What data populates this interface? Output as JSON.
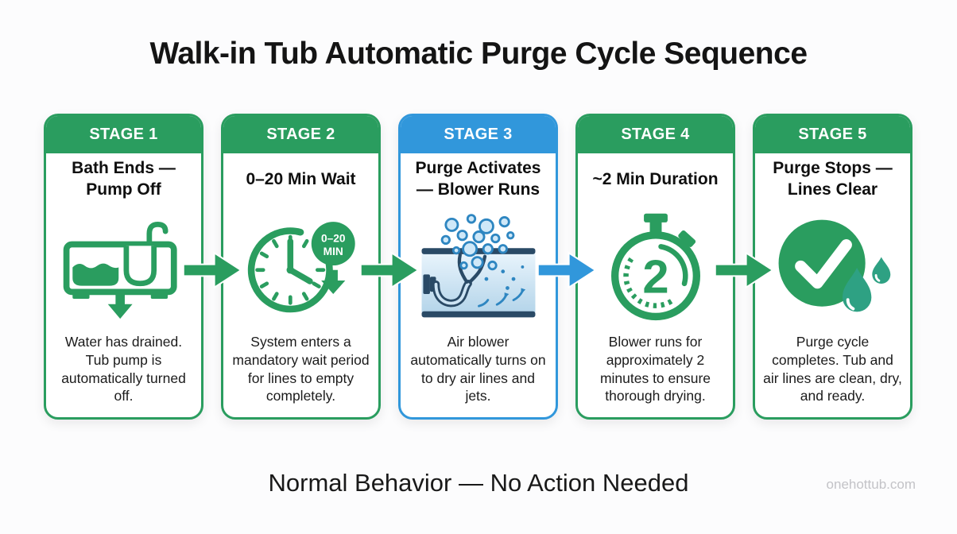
{
  "title": "Walk-in Tub Automatic Purge Cycle Sequence",
  "colors": {
    "green": "#2a9d5f",
    "blue": "#3197db",
    "dark_text": "#141414",
    "navy": "#2a4a66",
    "icon_blue": "#2e86c1",
    "bubble_fill": "#cfe8f8",
    "teal": "#2ea183",
    "muted": "#c3c3c7",
    "panel_blue_light": "#e8f4fc",
    "panel_blue_dark": "#b5d5ea"
  },
  "stages": [
    {
      "stage_label": "STAGE 1",
      "title": "Bath Ends — Pump Off",
      "description": "Water has drained. Tub pump is automatically turned off.",
      "icon": "tub-draining-icon",
      "accent": "green"
    },
    {
      "stage_label": "STAGE 2",
      "title": "0–20 Min Wait",
      "description": "System enters a mandatory wait period for lines to empty completely.",
      "icon": "clock-wait-icon",
      "accent": "green",
      "badge_line1": "0–20",
      "badge_line2": "MIN"
    },
    {
      "stage_label": "STAGE 3",
      "title": "Purge Activates — Blower Runs",
      "description": "Air blower automatically turns on to dry air lines and jets.",
      "icon": "blower-bubbles-icon",
      "accent": "blue"
    },
    {
      "stage_label": "STAGE 4",
      "title": "~2 Min Duration",
      "description": "Blower runs for approximately 2 minutes to ensure thorough drying.",
      "icon": "stopwatch-icon",
      "accent": "green",
      "dial_number": "2"
    },
    {
      "stage_label": "STAGE 5",
      "title": "Purge Stops — Lines Clear",
      "description": "Purge cycle completes. Tub and air lines are clean, dry, and ready.",
      "icon": "check-droplets-icon",
      "accent": "green"
    }
  ],
  "arrows": [
    {
      "color": "green"
    },
    {
      "color": "green"
    },
    {
      "color": "blue"
    },
    {
      "color": "green"
    }
  ],
  "footer": {
    "note": "Normal Behavior — No Action Needed",
    "watermark": "onehottub.com"
  }
}
